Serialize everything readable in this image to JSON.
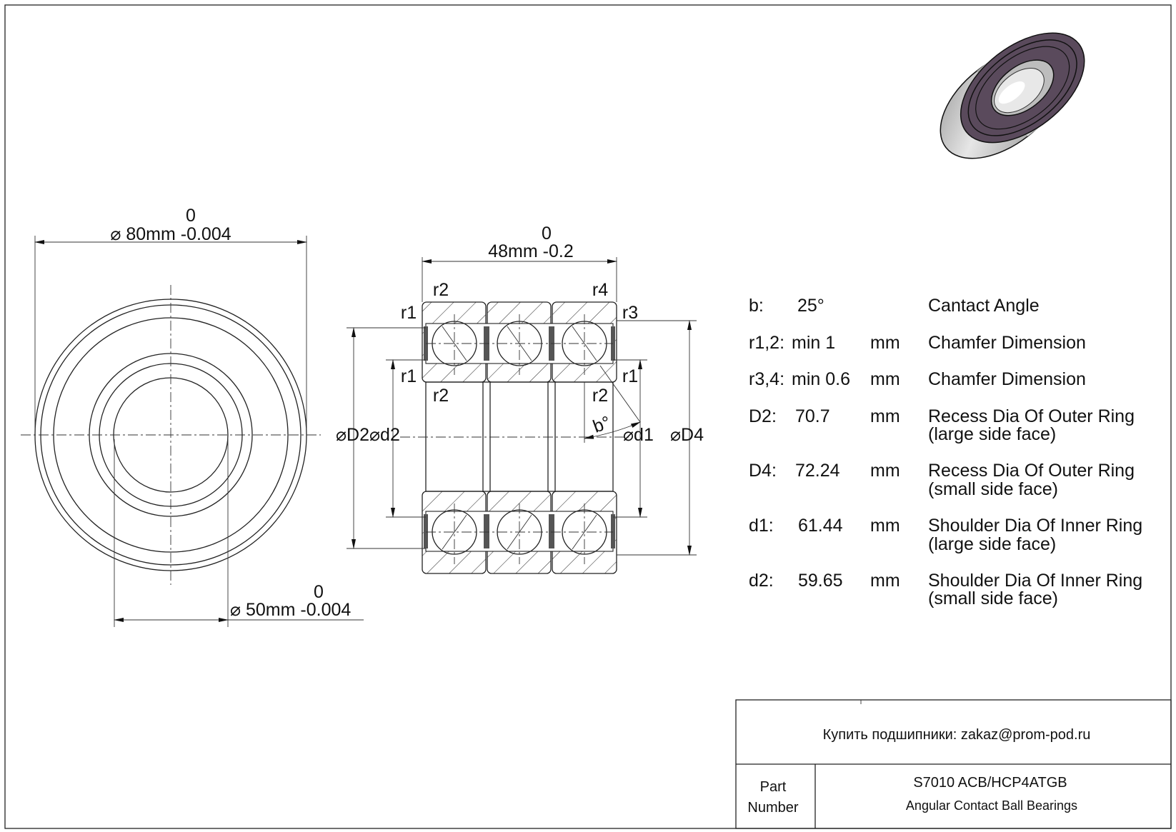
{
  "front_view": {
    "outer_dim": {
      "tol": "0",
      "label": "⌀ 80mm -0.004"
    },
    "inner_dim": {
      "tol": "0",
      "label": "⌀ 50mm -0.004"
    }
  },
  "section_view": {
    "width_dim": {
      "tol": "0",
      "label": "48mm -0.2"
    },
    "labels": {
      "r2_top": "r2",
      "r4_top": "r4",
      "r1_top": "r1",
      "r3_top": "r3",
      "r1_mid_left": "r1",
      "r2_mid_left": "r2",
      "r1_mid_right": "r1",
      "r2_mid_right": "r2",
      "angle": "b°",
      "D2d2": "⌀D2⌀d2",
      "d1": "⌀d1",
      "D4": "⌀D4"
    }
  },
  "specs": [
    {
      "sym": "b:",
      "val": "25°",
      "unit": "",
      "desc": "Cantact Angle",
      "desc2": ""
    },
    {
      "sym": "r1,2:",
      "val": "min 1",
      "unit": "mm",
      "desc": "Chamfer Dimension",
      "desc2": ""
    },
    {
      "sym": "r3,4:",
      "val": "min 0.6",
      "unit": "mm",
      "desc": "Chamfer Dimension",
      "desc2": ""
    },
    {
      "sym": "D2:",
      "val": "70.7",
      "unit": "mm",
      "desc": "Recess Dia Of Outer Ring",
      "desc2": "(large side face)"
    },
    {
      "sym": "D4:",
      "val": "72.24",
      "unit": "mm",
      "desc": "Recess Dia Of Outer Ring",
      "desc2": "(small side face)"
    },
    {
      "sym": "d1:",
      "val": "61.44",
      "unit": "mm",
      "desc": "Shoulder Dia Of Inner Ring",
      "desc2": "(large side face)"
    },
    {
      "sym": "d2:",
      "val": "59.65",
      "unit": "mm",
      "desc": "Shoulder Dia Of Inner Ring",
      "desc2": "(small side face)"
    }
  ],
  "title_block": {
    "contact": "Купить подшипники: zakaz@prom-pod.ru",
    "part_label_1": "Part",
    "part_label_2": "Number",
    "part_number": "S7010 ACB/HCP4ATGB",
    "part_type": "Angular Contact Ball Bearings"
  },
  "colors": {
    "shield": "#5a4a5c",
    "steel": "#c8c8c8"
  }
}
